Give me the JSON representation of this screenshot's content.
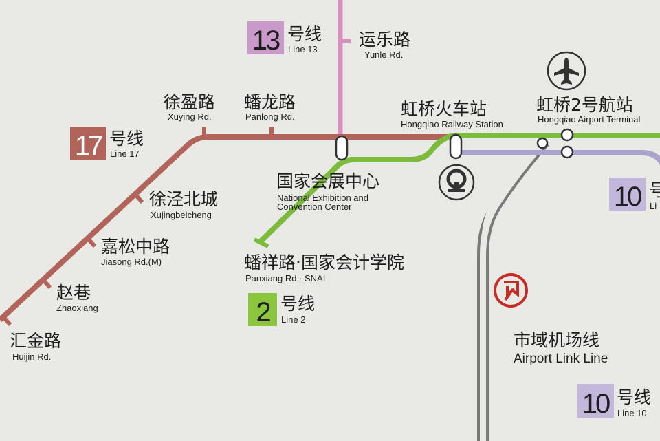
{
  "colors": {
    "background": "#e9eae6",
    "line17": "#b2645a",
    "line13": "#d98fbd",
    "line2": "#7dbb3c",
    "line10": "#aba3cb",
    "airport_link": "#7a7a7a",
    "railway_logo": "#c62a25"
  },
  "lines": {
    "line13": {
      "number": "13",
      "zh": "号线",
      "en": "Line 13",
      "badge_color": "#c99ac9"
    },
    "line17": {
      "number": "17",
      "zh": "号线",
      "en": "Line 17",
      "badge_color": "#b2645a"
    },
    "line2": {
      "number": "2",
      "zh": "号线",
      "en": "Line 2",
      "badge_color": "#8cc63f"
    },
    "line10_a": {
      "number": "10",
      "zh": "号线",
      "en": "Li",
      "badge_color": "#c3b8dc"
    },
    "line10_b": {
      "number": "10",
      "zh": "号线",
      "en": "Line 10",
      "badge_color": "#c3b8dc"
    },
    "airport_link": {
      "zh": "市域机场线",
      "en": "Airport Link Line"
    }
  },
  "stations": [
    {
      "zh": "运乐路",
      "en": "Yunle Rd."
    },
    {
      "zh": "徐盈路",
      "en": "Xuying Rd."
    },
    {
      "zh": "蟠龙路",
      "en": "Panlong Rd."
    },
    {
      "zh": "虹桥火车站",
      "en": "Hongqiao Railway Station"
    },
    {
      "zh": "虹桥2号航站",
      "en": "Hongqiao Airport Terminal"
    },
    {
      "zh": "国家会展中心",
      "en": "National Exhibition and",
      "en2": "Convention Center"
    },
    {
      "zh": "徐泾北城",
      "en": "Xujingbeicheng"
    },
    {
      "zh": "嘉松中路",
      "en": "Jiasong Rd.(M)"
    },
    {
      "zh": "赵巷",
      "en": "Zhaoxiang"
    },
    {
      "zh": "汇金路",
      "en": "Huijin Rd."
    },
    {
      "zh": "蟠祥路·国家会计学院",
      "en": "Panxiang Rd.· SNAI"
    }
  ],
  "icons": [
    "airplane-icon",
    "railway-station-icon",
    "shanghai-railway-logo-icon"
  ]
}
